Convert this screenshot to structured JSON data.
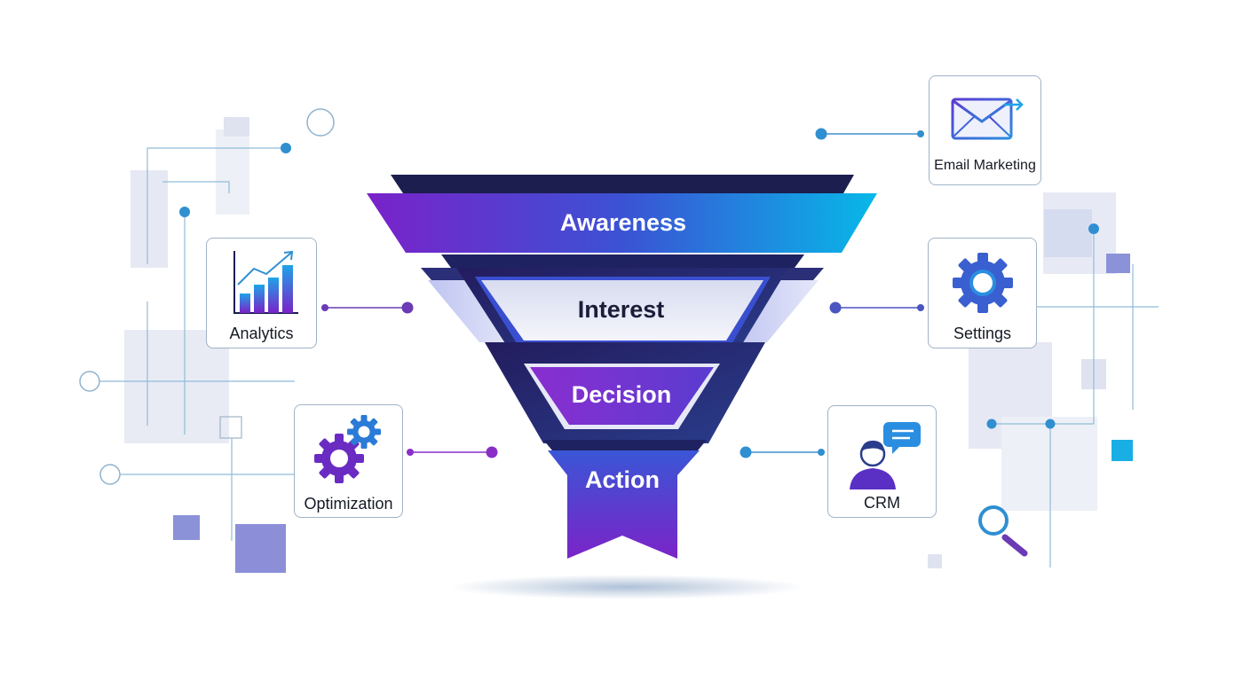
{
  "funnel": {
    "stages": [
      {
        "id": "awareness",
        "label": "Awareness"
      },
      {
        "id": "interest",
        "label": "Interest"
      },
      {
        "id": "decision",
        "label": "Decision"
      },
      {
        "id": "action",
        "label": "Action"
      }
    ]
  },
  "tools": {
    "analytics": {
      "label": "Analytics",
      "icon": "bar-chart-icon"
    },
    "optimization": {
      "label": "Optimization",
      "icon": "gears-icon"
    },
    "email": {
      "label": "Email Marketing",
      "icon": "envelope-icon"
    },
    "settings": {
      "label": "Settings",
      "icon": "gear-icon"
    },
    "crm": {
      "label": "CRM",
      "icon": "user-chat-icon"
    }
  },
  "colors": {
    "purple": "#7a22c9",
    "blue": "#2f62d8",
    "cyan": "#0ab4e8",
    "navy": "#1b1e4f",
    "line_blue": "#3f8fcf",
    "line_purple": "#6a3bb5"
  }
}
